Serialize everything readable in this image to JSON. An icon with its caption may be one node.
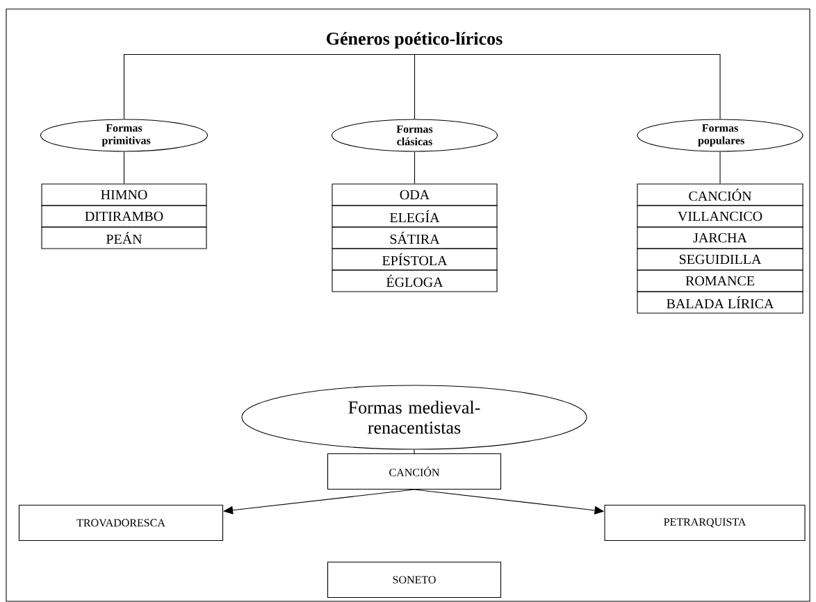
{
  "diagram": {
    "nodes": [
      {
        "text": [
          "Géneros poético-líricos"
        ]
      },
      {
        "text": [
          "Formas primitivas"
        ]
      },
      {
        "text": [
          "Formas clásicas"
        ]
      },
      {
        "text": [
          "Formas populares"
        ]
      },
      {
        "text": [
          "HIMNO"
        ]
      },
      {
        "text": [
          "DITIRAMBO"
        ]
      },
      {
        "text": [
          "PEÁN"
        ]
      },
      {
        "text": [
          "ODA"
        ]
      },
      {
        "text": [
          "ELEGÍA"
        ]
      },
      {
        "text": [
          "SÁTIRA"
        ]
      },
      {
        "text": [
          "EPÍSTOLA"
        ]
      },
      {
        "text": [
          "ÉGLOGA"
        ]
      },
      {
        "text": [
          "CANCIÓN"
        ]
      },
      {
        "text": [
          "VILLANCICO"
        ]
      },
      {
        "text": [
          "JARCHA"
        ]
      },
      {
        "text": [
          "SEGUIDILLA"
        ]
      },
      {
        "text": [
          "ROMANCE"
        ]
      },
      {
        "text": [
          "BALADA LÍRICA"
        ]
      },
      {
        "text": [
          "Formas medieval-renacentistas"
        ]
      },
      {
        "text": [
          "CANCIÓN"
        ]
      },
      {
        "text": [
          "TROVADORESCA"
        ]
      },
      {
        "text": [
          "PETRARQUISTA"
        ]
      },
      {
        "text": [
          "SONETO"
        ]
      }
    ],
    "edges": [
      {
        "from": 0,
        "to": 1,
        "arrow": "none"
      },
      {
        "from": 0,
        "to": 2,
        "arrow": "none"
      },
      {
        "from": 0,
        "to": 3,
        "arrow": "none"
      },
      {
        "from": 1,
        "to": 4,
        "arrow": "none"
      },
      {
        "from": 2,
        "to": 7,
        "arrow": "none"
      },
      {
        "from": 3,
        "to": 12,
        "arrow": "none"
      },
      {
        "from": 18,
        "to": 19,
        "arrow": "none"
      },
      {
        "from": 19,
        "to": 20,
        "arrow": "to"
      },
      {
        "from": 19,
        "to": 21,
        "arrow": "to"
      }
    ]
  }
}
